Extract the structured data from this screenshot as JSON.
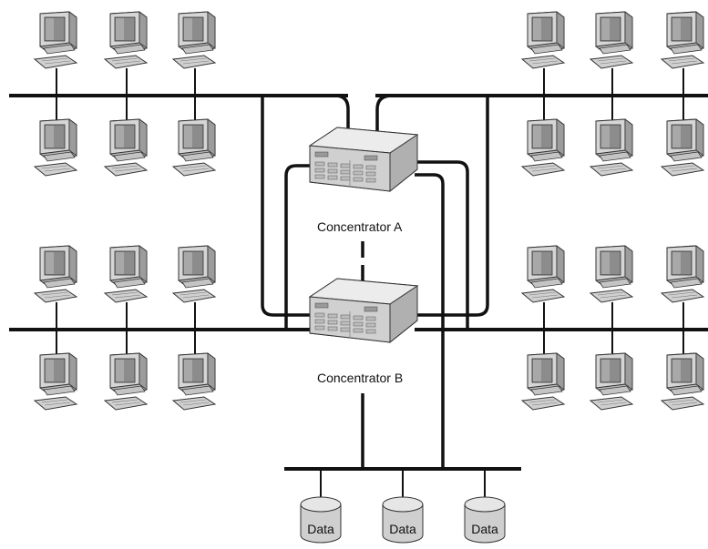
{
  "concentrators": [
    {
      "id": "A",
      "label": "Concentrator A"
    },
    {
      "id": "B",
      "label": "Concentrator B"
    }
  ],
  "data_stores": [
    {
      "label": "Data"
    },
    {
      "label": "Data"
    },
    {
      "label": "Data"
    }
  ],
  "lan_segments": [
    {
      "id": "top-left",
      "computers_above": 3,
      "computers_below": 3
    },
    {
      "id": "top-right",
      "computers_above": 3,
      "computers_below": 3
    },
    {
      "id": "bottom-left",
      "computers_above": 3,
      "computers_below": 3
    },
    {
      "id": "bottom-right",
      "computers_above": 3,
      "computers_below": 3
    }
  ]
}
